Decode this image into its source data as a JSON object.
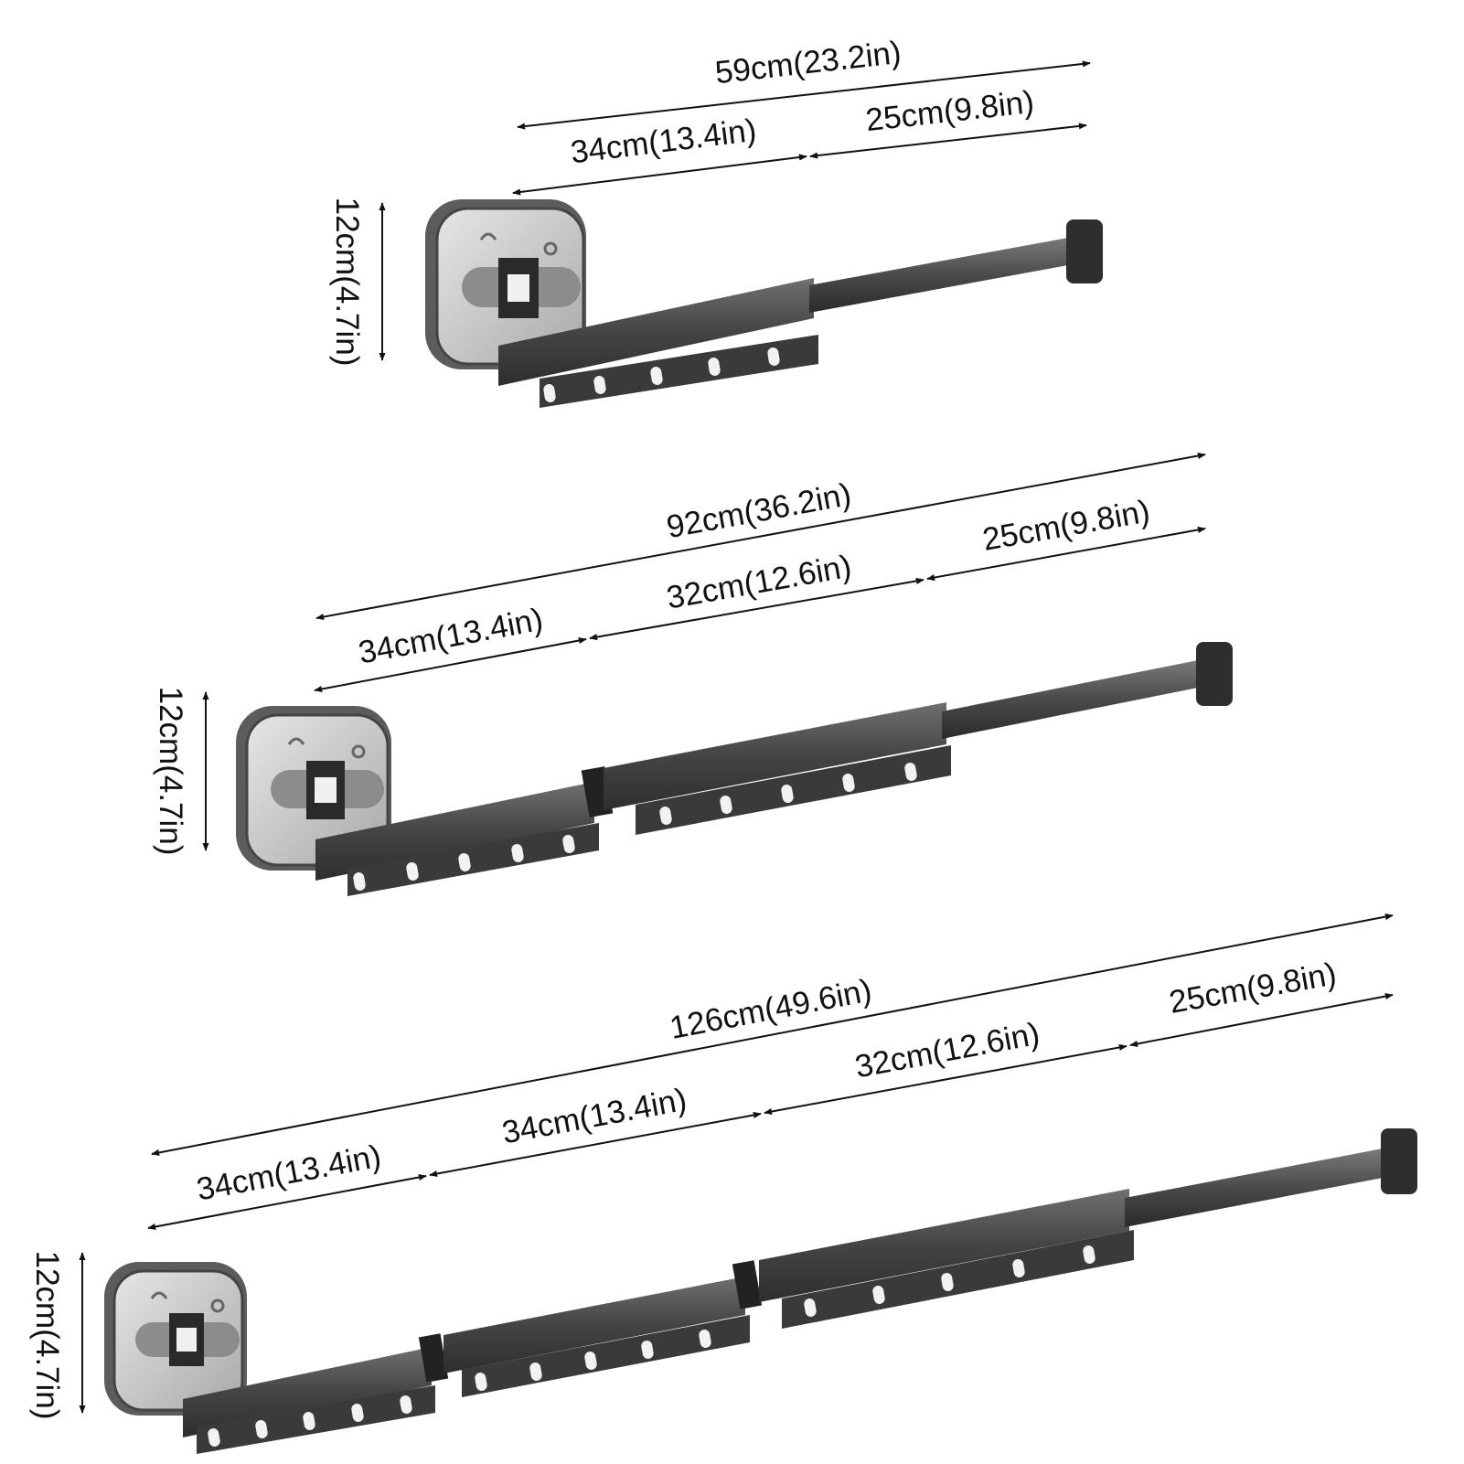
{
  "colors": {
    "background": "#ffffff",
    "dimension_line": "#111111",
    "rail_dark": "#3f3f3f",
    "rail_mid": "#585858",
    "rail_light": "#8a8a8a",
    "base_plate": "#6a6a6a",
    "base_plate_face": "#cfcfcf",
    "slot": "#f2f2f2"
  },
  "icons": {
    "wall_mount": "wall-mount-base-icon",
    "rail": "telescopic-rail-icon",
    "end_cap": "end-cap-icon"
  },
  "rack_1": {
    "height_label": "12cm(4.7in)",
    "total_label": "59cm(23.2in)",
    "segments": [
      "34cm(13.4in)",
      "25cm(9.8in)"
    ]
  },
  "rack_2": {
    "height_label": "12cm(4.7in)",
    "total_label": "92cm(36.2in)",
    "segments": [
      "34cm(13.4in)",
      "32cm(12.6in)",
      "25cm(9.8in)"
    ]
  },
  "rack_3": {
    "height_label": "12cm(4.7in)",
    "total_label": "126cm(49.6in)",
    "segments": [
      "34cm(13.4in)",
      "34cm(13.4in)",
      "32cm(12.6in)",
      "25cm(9.8in)"
    ]
  }
}
